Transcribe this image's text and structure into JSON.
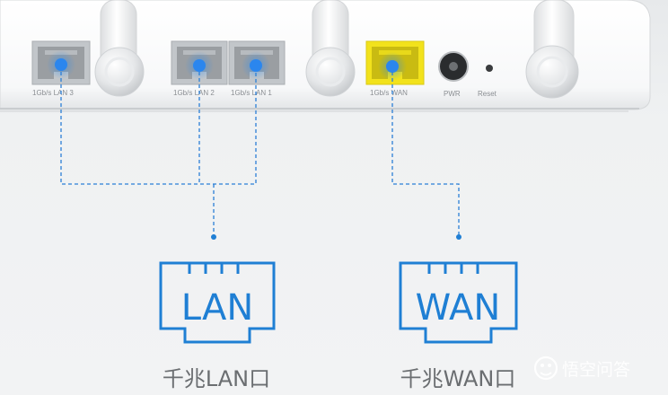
{
  "ports": {
    "lan3": "1Gb/s LAN 3",
    "lan2": "1Gb/s LAN 2",
    "lan1": "1Gb/s LAN 1",
    "wan": "1Gb/s WAN",
    "pwr": "PWR",
    "reset": "Reset"
  },
  "icons": {
    "lan": {
      "text": "LAN",
      "caption": "千兆LAN口"
    },
    "wan": {
      "text": "WAN",
      "caption": "千兆WAN口"
    }
  },
  "watermark": {
    "text": "悟空问答"
  },
  "colors": {
    "accent": "#1f7fd4",
    "wan_port": "#f2e21c",
    "router_body": "#ffffff",
    "background": "#eef0f1"
  }
}
